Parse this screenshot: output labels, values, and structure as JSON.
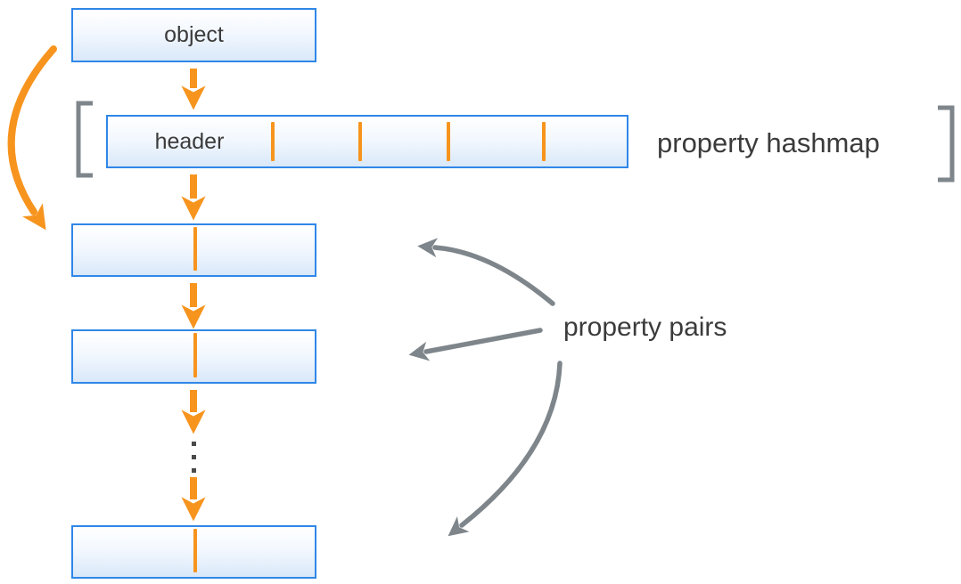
{
  "diagram": {
    "object_label": "object",
    "header_label": "header",
    "hashmap_label": "property hashmap",
    "pairs_label": "property pairs",
    "hashmap_cell_count": 5,
    "pair_box_count": 3
  },
  "colors": {
    "accent_orange": "#F7941E",
    "box_border_blue": "#2F87E8",
    "box_fill_top": "#FFFFFF",
    "box_fill_bottom": "#D9E8F9",
    "annotation_gray": "#7E868B",
    "text_dark": "#3B3B3B"
  }
}
